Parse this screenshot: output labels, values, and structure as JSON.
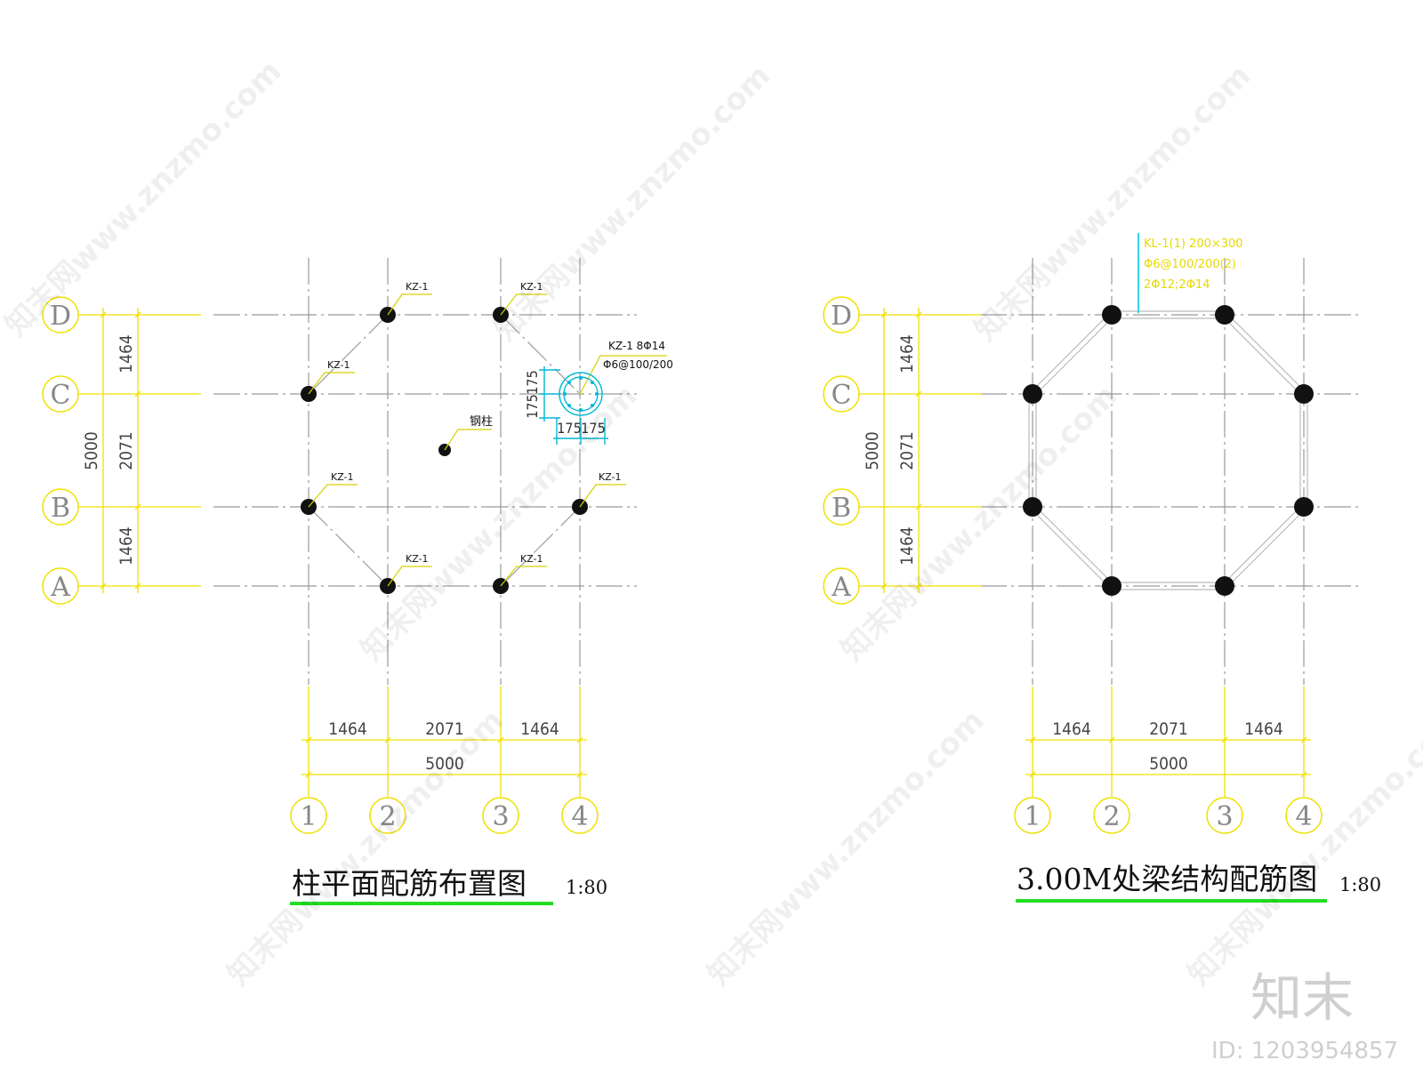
{
  "left_plan": {
    "title": "柱平面配筋布置图",
    "scale": "1:80",
    "column_labels": [
      "KZ-1",
      "KZ-1",
      "KZ-1",
      "KZ-1",
      "KZ-1",
      "KZ-1",
      "KZ-1",
      "KZ-1"
    ],
    "steel_column_label": "钢柱",
    "section_note_1": "KZ-1 8Φ14",
    "section_note_2": "Φ6@100/200",
    "section_dims": [
      "175",
      "175",
      "175",
      "175"
    ]
  },
  "right_plan": {
    "title": "3.00M处梁结构配筋图",
    "scale": "1:80",
    "beam_note_1": "KL-1(1) 200×300",
    "beam_note_2": "Φ6@100/200(2)",
    "beam_note_3": "2Φ12;2Φ14"
  },
  "axes": {
    "rows": [
      "D",
      "C",
      "B",
      "A"
    ],
    "cols": [
      "1",
      "2",
      "3",
      "4"
    ]
  },
  "dims": {
    "spans": [
      "1464",
      "2071",
      "1464"
    ],
    "total": "5000"
  },
  "watermark": {
    "logo": "知末",
    "id": "ID: 1203954857",
    "diagonal": [
      "知末网www.znzmo.com",
      "知末网www.znzmo.com",
      "知末网www.znzmo.com",
      "知末网www.znzmo.com",
      "知末网www.znzmo.com",
      "知末网www.znzmo.com",
      "知末网www.znzmo.com",
      "知末网www.znzmo.com"
    ]
  }
}
